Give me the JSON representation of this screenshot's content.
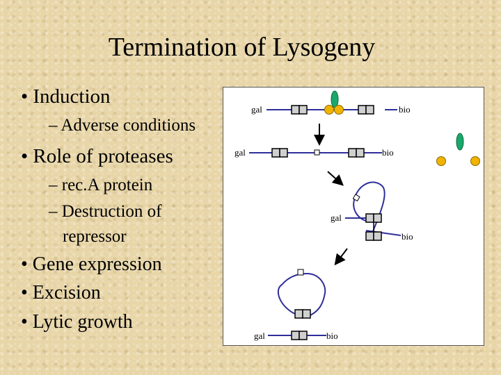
{
  "slide": {
    "title": "Termination of Lysogeny",
    "bullets": {
      "induction": "• Induction",
      "adverse": "– Adverse conditions",
      "proteases": "• Role of proteases",
      "reca": "– rec.A protein",
      "destruction_1": "– Destruction of",
      "destruction_2": "repressor",
      "gene_expression": "• Gene expression",
      "excision": "• Excision",
      "lytic": "• Lytic growth"
    }
  },
  "diagram": {
    "labels": {
      "gal": "gal",
      "bio": "bio"
    },
    "colors": {
      "dna_line": "#2e2e9a",
      "repressor_green": "#1aa86a",
      "protease_yellow": "#f0b400",
      "box_fill": "#d0d0d0"
    }
  }
}
